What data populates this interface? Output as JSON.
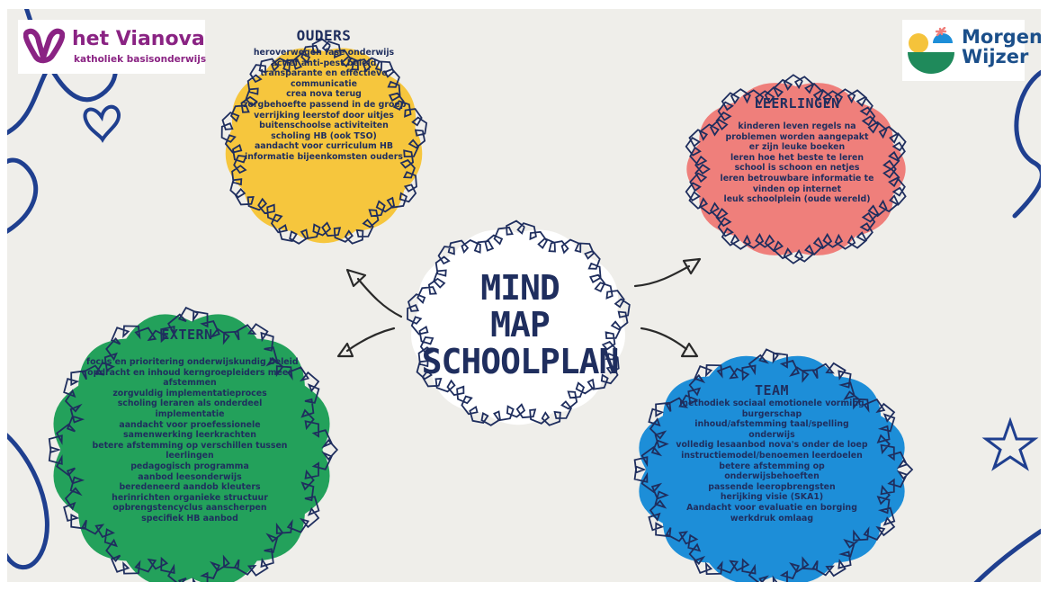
{
  "logos": {
    "vianova": {
      "brand": "het Vianova",
      "tagline": "katholiek basisonderwijs"
    },
    "morgenwijzer": {
      "line1": "Morgen",
      "line2": "Wijzer"
    }
  },
  "center": {
    "lines": [
      "MIND",
      "MAP",
      "SCHOOLPLAN"
    ]
  },
  "clouds": {
    "ouders": {
      "title": "OUDERS",
      "color": "#f6c63d",
      "items": [
        "heroverwegen fase onderwijs",
        "actief anti-pest beleid",
        "transparante en effectieve",
        "communicatie",
        "crea nova terug",
        "zorgbehoefte passend in de groep",
        "verrijking leerstof door uitjes",
        "buitenschoolse activiteiten",
        "scholing HB (ook TSO)",
        "aandacht voor curriculum HB",
        "informatie bijeenkomsten ouders"
      ]
    },
    "leerlingen": {
      "title": "LEERLINGEN",
      "color": "#ef7f7b",
      "items": [
        "kinderen leven regels na",
        "problemen worden aangepakt",
        "er zijn leuke boeken",
        "leren hoe het beste te leren",
        "school is schoon en netjes",
        "leren betrouwbare informatie te",
        "vinden op internet",
        "leuk schoolplein (oude wereld)"
      ]
    },
    "extern": {
      "title": "EXTERN",
      "color": "#23a15b",
      "items": [
        "focus en prioritering onderwijskundig beleid",
        "opdracht en inhoud kerngroepleiders meer",
        "afstemmen",
        "zorgvuldig implementatieproces",
        "scholing leraren als onderdeel",
        "implementatie",
        "aandacht voor proefessionele",
        "samenwerking leerkrachten",
        "betere afstemming op verschillen tussen",
        "leerlingen",
        "pedagogisch programma",
        "aanbod leesonderwijs",
        "beredeneerd aandob kleuters",
        "herinrichten organieke structuur",
        "opbrengstencyclus aanscherpen",
        "specifiek HB aanbod"
      ]
    },
    "team": {
      "title": "TEAM",
      "color": "#1d8ed8",
      "items": [
        "methodiek sociaal emotionele vorming",
        "burgerschap",
        "inhoud/afstemming taal/spelling",
        "onderwijs",
        "volledig lesaanbod nova's onder de loep",
        "instructiemodel/benoemen leerdoelen",
        "betere afstemming op",
        "onderwijsbehoeften",
        "passende leeropbrengsten",
        "herijking visie (SKA1)",
        "Aandacht voor evaluatie en borging",
        "werkdruk omlaag"
      ]
    }
  },
  "colors": {
    "ink": "#1f2e5e",
    "center": "#ffffff",
    "background": "#efeeea"
  }
}
